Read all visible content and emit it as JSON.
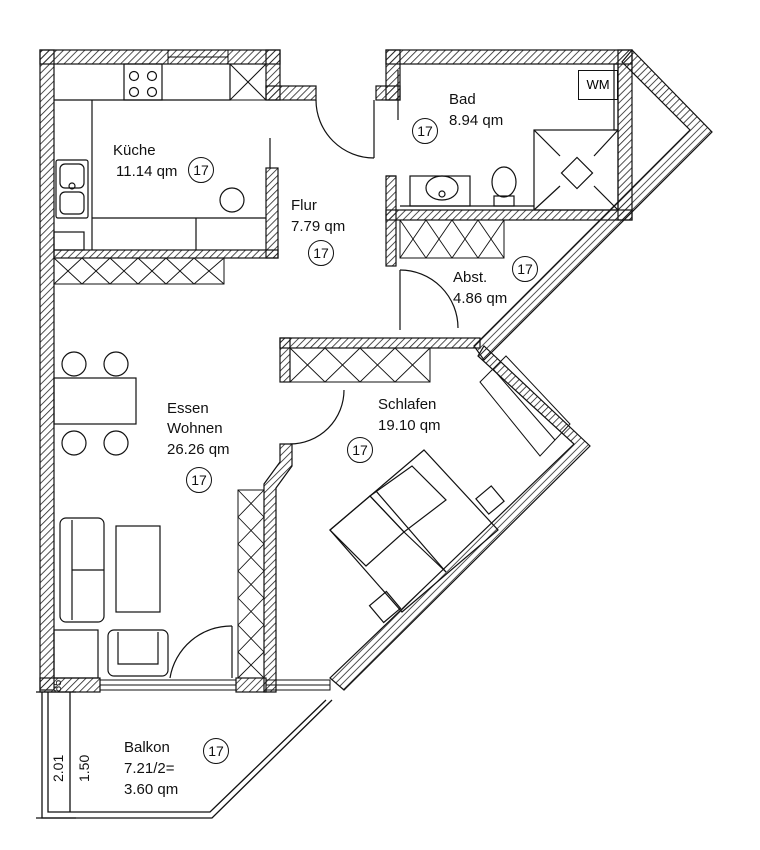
{
  "rooms": {
    "kueche": {
      "name": "Küche",
      "area": "11.14 qm",
      "badge": "17"
    },
    "flur": {
      "name": "Flur",
      "area": "7.79 qm",
      "badge": "17"
    },
    "bad": {
      "name": "Bad",
      "area": "8.94 qm",
      "badge": "17",
      "appliance": "WM"
    },
    "abst": {
      "name": "Abst.",
      "area": "4.86 qm",
      "badge": "17"
    },
    "schlafen": {
      "name": "Schlafen",
      "area": "19.10 qm",
      "badge": "17"
    },
    "wohnen": {
      "name_line1": "Essen",
      "name_line2": "Wohnen",
      "area": "26.26 qm",
      "badge": "17"
    },
    "balkon": {
      "name": "Balkon",
      "area_line1": "7.21/2=",
      "area_line2": "3.60 qm",
      "badge": "17"
    }
  },
  "dimensions": {
    "outer": "2.01",
    "inner": "1.50",
    "small": "85"
  },
  "colors": {
    "line": "#111111",
    "hatch": "#222222",
    "background": "#ffffff"
  }
}
